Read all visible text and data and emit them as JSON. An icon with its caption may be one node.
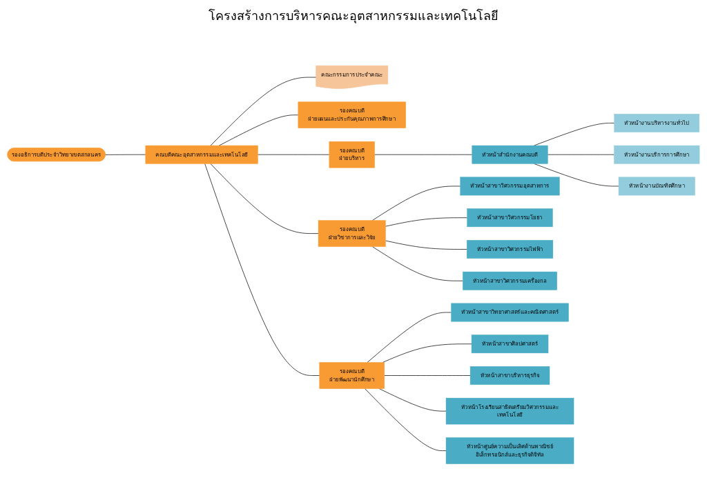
{
  "diagram": {
    "title": "โครงสร้างการบริหารคณะอุตสาหกรรมและเทคโนโลยี",
    "nodes": [
      {
        "text": [
          "รองอธิการบดีประจำวิทยาเขตสกลนคร"
        ]
      },
      {
        "text": [
          "คณบดีคณะอุตสาหกรรมและเทคโนโลยี"
        ]
      },
      {
        "text": [
          "คณะกรรมการประจำคณะ"
        ]
      },
      {
        "text": [
          "รองคณบดี",
          "ฝ่ายบริหาร"
        ]
      },
      {
        "text": [
          "รองคณบดี",
          "ฝ่ายวิชาการและวิจัย"
        ]
      },
      {
        "text": [
          "รองคณบดี",
          "ฝ่ายพัฒนานักศึกษา"
        ]
      },
      {
        "text": [
          "รองคณบดี",
          "ฝ่ายแผนและประกันคุณภาพการศึกษา"
        ]
      },
      {
        "text": [
          "หัวหน้าสำนักงานคณบดี"
        ]
      },
      {
        "text": [
          "หัวหน้างานบริหารงานทั่วไป"
        ]
      },
      {
        "text": [
          "หัวหน้างานบริการการศึกษา"
        ]
      },
      {
        "text": [
          "หัวหน้างานบัณฑิตศึกษา"
        ]
      },
      {
        "text": [
          "หัวหน้าสาขาวิศวกรรมอุตสาหการ"
        ]
      },
      {
        "text": [
          "หัวหน้าสาขาวิศวกรรมโยธา"
        ]
      },
      {
        "text": [
          "หัวหน้าสาขาวิศวกรรมไฟฟ้า"
        ]
      },
      {
        "text": [
          "หัวหน้าสาขาวิศวกรรมเครื่องกล"
        ]
      },
      {
        "text": [
          "หัวหน้าสาขาวิทยาศาสตร์และคณิตศาสตร์"
        ]
      },
      {
        "text": [
          "หัวหน้าสาขาศิลปศาสตร์"
        ]
      },
      {
        "text": [
          "หัวหน้าสาขาบริหารธุรกิจ"
        ]
      },
      {
        "text": [
          "หัวหน้าโรงเรียนสาธิตเตรียมวิศวกรรมและเทคโนโลยี"
        ]
      },
      {
        "text": [
          "หัวหน้าศูนย์ความเป็นเลิศด้านพาณิชย์อิเล็กทรอนิกส์และธุรกิจดิจิทัล"
        ]
      }
    ],
    "edges": [
      {
        "from": 0,
        "to": 1,
        "arrow": "none"
      },
      {
        "from": 1,
        "to": 2,
        "arrow": "none"
      },
      {
        "from": 1,
        "to": 6,
        "arrow": "none"
      },
      {
        "from": 1,
        "to": 3,
        "arrow": "none"
      },
      {
        "from": 1,
        "to": 4,
        "arrow": "none"
      },
      {
        "from": 1,
        "to": 5,
        "arrow": "none"
      },
      {
        "from": 3,
        "to": 7,
        "arrow": "none"
      },
      {
        "from": 7,
        "to": 8,
        "arrow": "none"
      },
      {
        "from": 7,
        "to": 9,
        "arrow": "none"
      },
      {
        "from": 7,
        "to": 10,
        "arrow": "none"
      },
      {
        "from": 4,
        "to": 11,
        "arrow": "none"
      },
      {
        "from": 4,
        "to": 12,
        "arrow": "none"
      },
      {
        "from": 4,
        "to": 13,
        "arrow": "none"
      },
      {
        "from": 4,
        "to": 14,
        "arrow": "none"
      },
      {
        "from": 5,
        "to": 15,
        "arrow": "none"
      },
      {
        "from": 5,
        "to": 16,
        "arrow": "none"
      },
      {
        "from": 5,
        "to": 17,
        "arrow": "none"
      },
      {
        "from": 5,
        "to": 18,
        "arrow": "none"
      },
      {
        "from": 5,
        "to": 19,
        "arrow": "none"
      }
    ]
  }
}
